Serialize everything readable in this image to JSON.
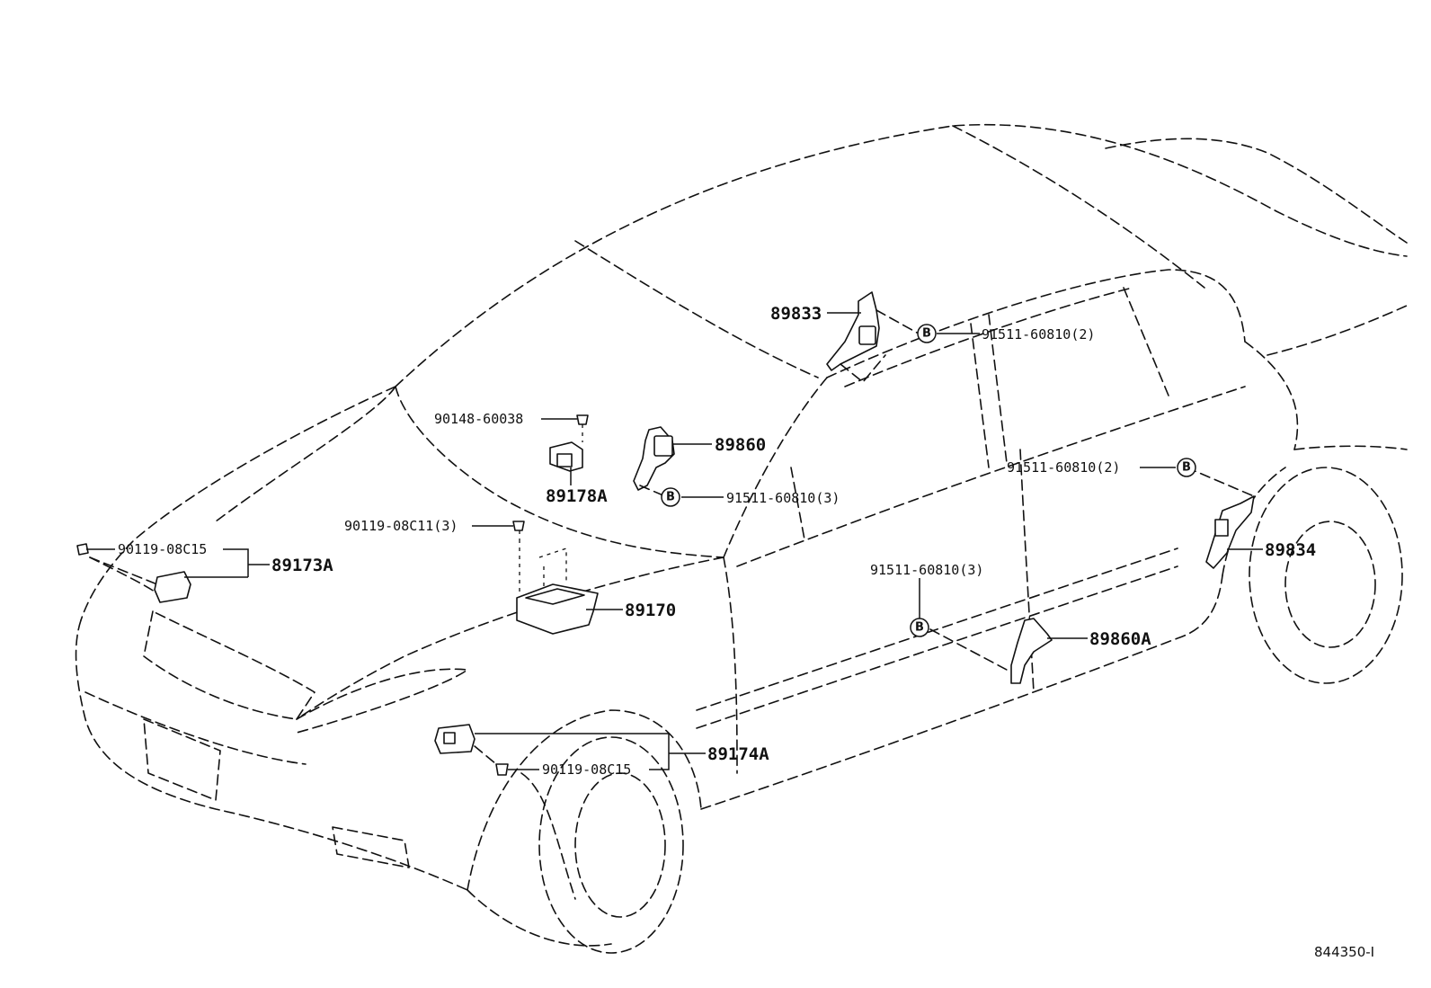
{
  "labels": {
    "p89833": "89833",
    "p89860": "89860",
    "p89178A": "89178A",
    "p89173A": "89173A",
    "p89170": "89170",
    "p89174A": "89174A",
    "p89834": "89834",
    "p89860A": "89860A",
    "s90148_60038": "90148-60038",
    "s90119_08C11": "90119-08C11(3)",
    "s90119_08C15_a": "90119-08C15",
    "s90119_08C15_b": "90119-08C15",
    "s91511_60810_2_top": "91511-60810(2)",
    "s91511_60810_3_mid": "91511-60810(3)",
    "s91511_60810_2_right": "91511-60810(2)",
    "s91511_60810_3_low": "91511-60810(3)",
    "marker_b": "B",
    "figure_code": "844350-I"
  }
}
